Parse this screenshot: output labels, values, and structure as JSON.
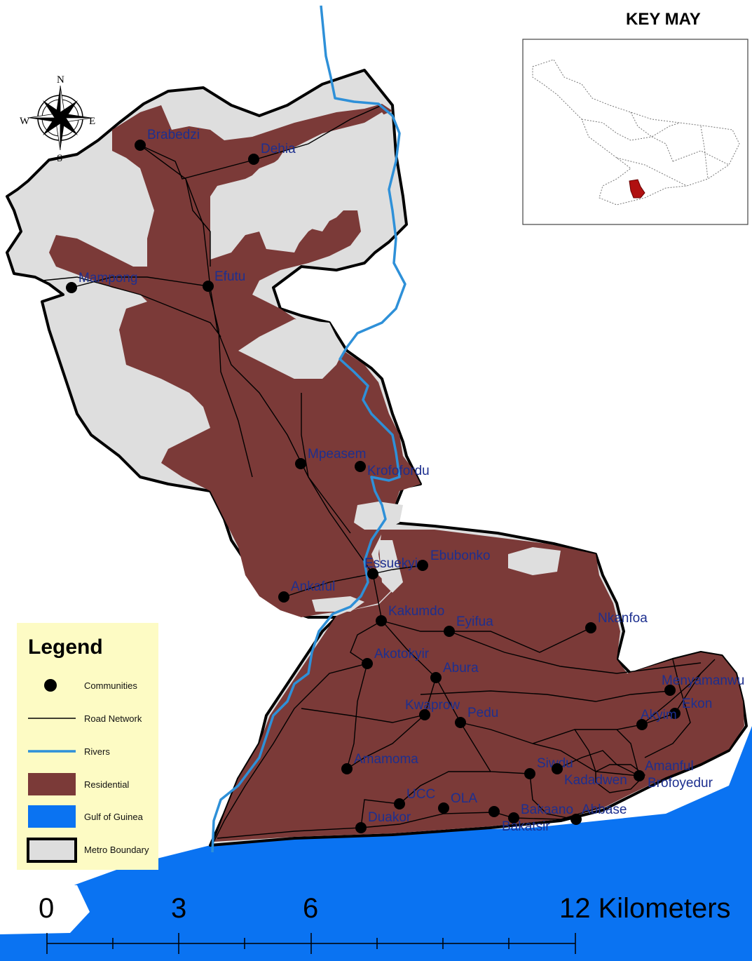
{
  "key_map": {
    "title": "KEY MAY"
  },
  "compass": {
    "n": "N",
    "s": "S",
    "e": "E",
    "w": "W"
  },
  "legend": {
    "title": "Legend",
    "items": [
      {
        "label": "Communities",
        "symbol": "point",
        "color": "#000000"
      },
      {
        "label": "Road Network",
        "symbol": "line",
        "color": "#000000"
      },
      {
        "label": "Rivers",
        "symbol": "line",
        "color": "#2e90d8"
      },
      {
        "label": "Residential",
        "symbol": "fill",
        "color": "#7b3a38"
      },
      {
        "label": "Gulf of Guinea",
        "symbol": "fill",
        "color": "#0a73f2"
      },
      {
        "label": "Metro Boundary",
        "symbol": "outline",
        "color": "#dedede"
      }
    ]
  },
  "communities": [
    "Brabedzi",
    "Dehia",
    "Mampong",
    "Efutu",
    "Mpeasem",
    "Krofofordu",
    "Essuekyir",
    "Ebubonko",
    "Ankaful",
    "Kakumdo",
    "Eyifua",
    "Nkanfoa",
    "Akotokyir",
    "Abura",
    "Menyamanwu",
    "Ekon",
    "Kwaprow",
    "Pedu",
    "Akyim",
    "Amamoma",
    "Siwdu",
    "Amanful",
    "Kadadwen",
    "Brofoyedur",
    "UCC",
    "OLA",
    "Bakaano",
    "Abbase",
    "Duakor",
    "Bakatsir"
  ],
  "scale": {
    "ticks": [
      "0",
      "3",
      "6",
      "12 Kilometers"
    ]
  },
  "colors": {
    "residential": "#7b3a38",
    "gulf": "#0a73f2",
    "metro": "#dedede",
    "river": "#2e90d8",
    "legend_bg": "#fdfbc4",
    "label": "#1d2f8f",
    "key_highlight": "#b01010"
  }
}
